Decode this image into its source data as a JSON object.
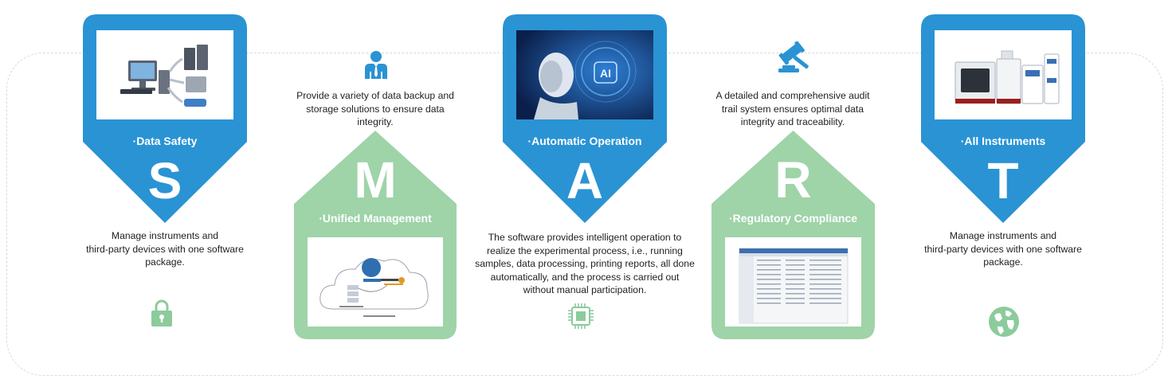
{
  "colors": {
    "blue": "#2a93d4",
    "green": "#9fd3a8",
    "icon_blue": "#2a93d4",
    "icon_green": "#8ccb9c"
  },
  "columns": [
    {
      "letter": "S",
      "title": "·Data Safety",
      "description_lines": [
        "Manage instruments and",
        "third-party devices with one software",
        "package."
      ],
      "icon": "lock-icon"
    },
    {
      "letter": "M",
      "title": "·Unified Management",
      "description_lines": [
        "Provide a variety of data backup and",
        "storage solutions to ensure data",
        "integrity."
      ],
      "icon": "businessman-icon"
    },
    {
      "letter": "A",
      "title": "·Automatic Operation",
      "description_lines": [
        "The software provides intelligent operation to",
        "realize the experimental process, i.e., running",
        "samples, data processing, printing reports, all done",
        "automatically, and the process is carried out",
        "without manual participation."
      ],
      "icon": "chip-icon",
      "card_text": "AI"
    },
    {
      "letter": "R",
      "title": "·Regulatory Compliance",
      "description_lines": [
        "A detailed and comprehensive audit",
        "trail system ensures optimal data",
        "integrity and traceability."
      ],
      "icon": "gavel-icon"
    },
    {
      "letter": "T",
      "title": "·All Instruments",
      "description_lines": [
        "Manage instruments and",
        "third-party devices with one software",
        "package."
      ],
      "icon": "globe-icon"
    }
  ]
}
